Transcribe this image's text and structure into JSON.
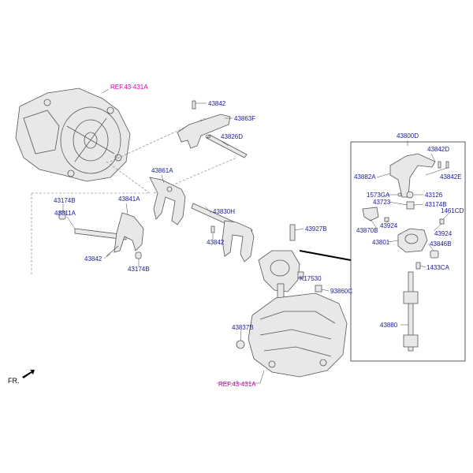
{
  "labels": {
    "ref_top": "REF.43-431A",
    "ref_bottom": "REF.43-431A",
    "p43842_top": "43842",
    "p43863F": "43863F",
    "p43826D": "43826D",
    "p43861A": "43861A",
    "p43174B_left": "43174B",
    "p43811A": "43811A",
    "p43841A": "43841A",
    "p43830H": "43830H",
    "p43842_mid": "43842",
    "p43842_left": "43842",
    "p43174B_bottom": "43174B",
    "p43927B": "43927B",
    "pK17530": "K17530",
    "p93860C": "93860C",
    "p43837B": "43837B",
    "p43800D": "43800D",
    "p43842D": "43842D",
    "p43882A": "43882A",
    "p43842E": "43842E",
    "p1573GA": "1573GA",
    "p43126": "43126",
    "p43723": "43723",
    "p43174B_box": "43174B",
    "p1461CD": "1461CD",
    "p43870B": "43870B",
    "p43924_a": "43924",
    "p43924_b": "43924",
    "p43801": "43801",
    "p43846B": "43846B",
    "p1433CA": "1433CA",
    "p43880": "43880",
    "fr": "FR."
  },
  "colors": {
    "label": "#1a1a99",
    "reference": "#cc00aa",
    "line": "#555555"
  }
}
